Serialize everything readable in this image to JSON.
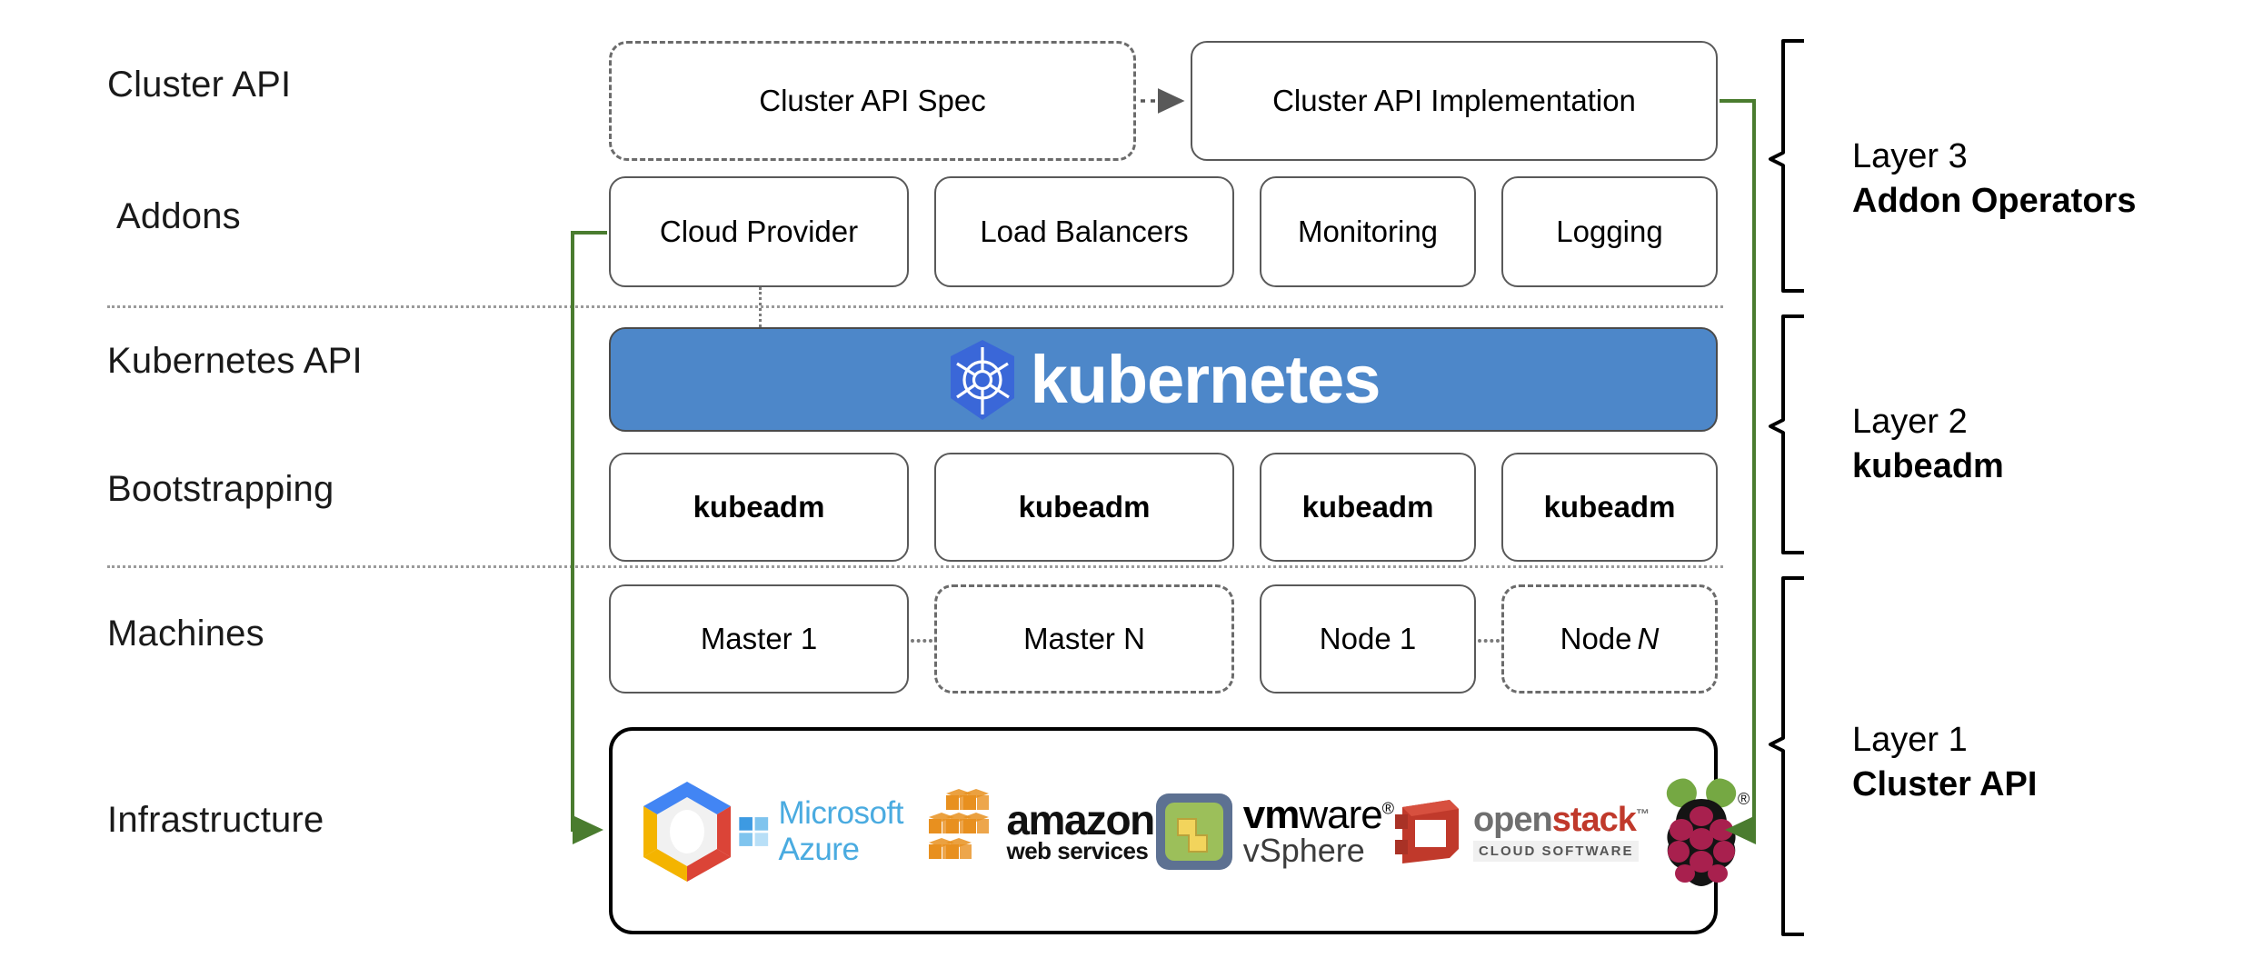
{
  "row_labels": [
    {
      "key": "cluster-api",
      "text": "Cluster API"
    },
    {
      "key": "addons",
      "text": "Addons"
    },
    {
      "key": "kubernetes-api",
      "text": "Kubernetes API"
    },
    {
      "key": "bootstrapping",
      "text": "Bootstrapping"
    },
    {
      "key": "machines",
      "text": "Machines"
    },
    {
      "key": "infrastructure",
      "text": "Infrastructure"
    }
  ],
  "cluster_api_row": {
    "spec_box": "Cluster API Spec",
    "implementation_box": "Cluster API Implementation"
  },
  "addons_row": {
    "boxes": [
      "Cloud Provider",
      "Load Balancers",
      "Monitoring",
      "Logging"
    ]
  },
  "kubernetes_banner": {
    "wordmark": "kubernetes",
    "logo_icon": "kubernetes-helm-icon",
    "background_color": "#4d87c9",
    "text_color": "#ffffff"
  },
  "bootstrapping_row": {
    "boxes": [
      "kubeadm",
      "kubeadm",
      "kubeadm",
      "kubeadm"
    ]
  },
  "machines_row": {
    "boxes": [
      {
        "label": "Master 1",
        "italic_suffix": "",
        "style": "solid"
      },
      {
        "label": "Master N",
        "italic_suffix": "",
        "style": "dashed"
      },
      {
        "label": "Node 1",
        "italic_suffix": "",
        "style": "solid"
      },
      {
        "label": "Node",
        "italic_suffix": "N",
        "style": "dashed"
      }
    ]
  },
  "infrastructure_row": {
    "logos": [
      {
        "name": "google-cloud-platform-logo",
        "label": ""
      },
      {
        "name": "microsoft-azure-logo",
        "label": "Microsoft Azure"
      },
      {
        "name": "amazon-web-services-logo",
        "label": "amazon",
        "sublabel": "web services"
      },
      {
        "name": "vmware-vsphere-logo",
        "label": "vmware",
        "sublabel": "vSphere"
      },
      {
        "name": "openstack-logo",
        "label": "openstack",
        "sublabel": "CLOUD SOFTWARE"
      },
      {
        "name": "raspberry-pi-logo",
        "label": ""
      }
    ]
  },
  "layers": [
    {
      "key": "layer-3",
      "number": "Layer 3",
      "name": "Addon Operators"
    },
    {
      "key": "layer-2",
      "number": "Layer 2",
      "name": "kubeadm"
    },
    {
      "key": "layer-1",
      "number": "Layer 1",
      "name": "Cluster API"
    }
  ],
  "colors": {
    "kubernetes_blue": "#4d87c9",
    "arrow_green": "#4a7c2f",
    "box_border": "#595959",
    "separator": "#9a9a9a"
  }
}
